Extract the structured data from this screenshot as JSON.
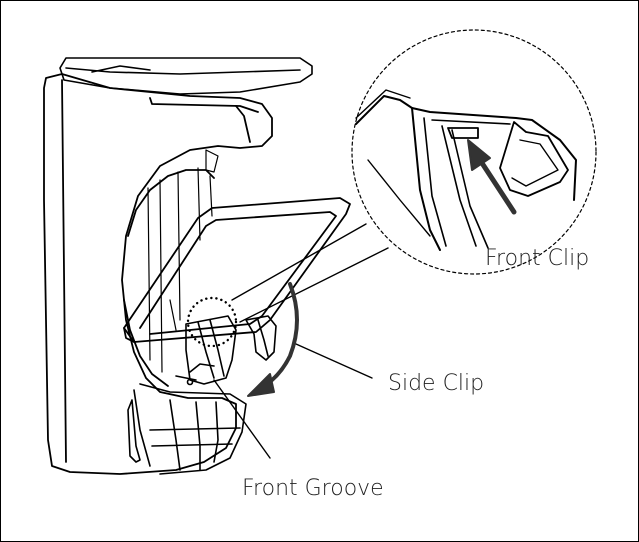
{
  "labels": {
    "front_clip": "Front Clip",
    "side_clip": "Side Clip",
    "front_groove": "Front Groove"
  },
  "colors": {
    "line": "#000000",
    "text": "#222222",
    "background": "#ffffff"
  }
}
